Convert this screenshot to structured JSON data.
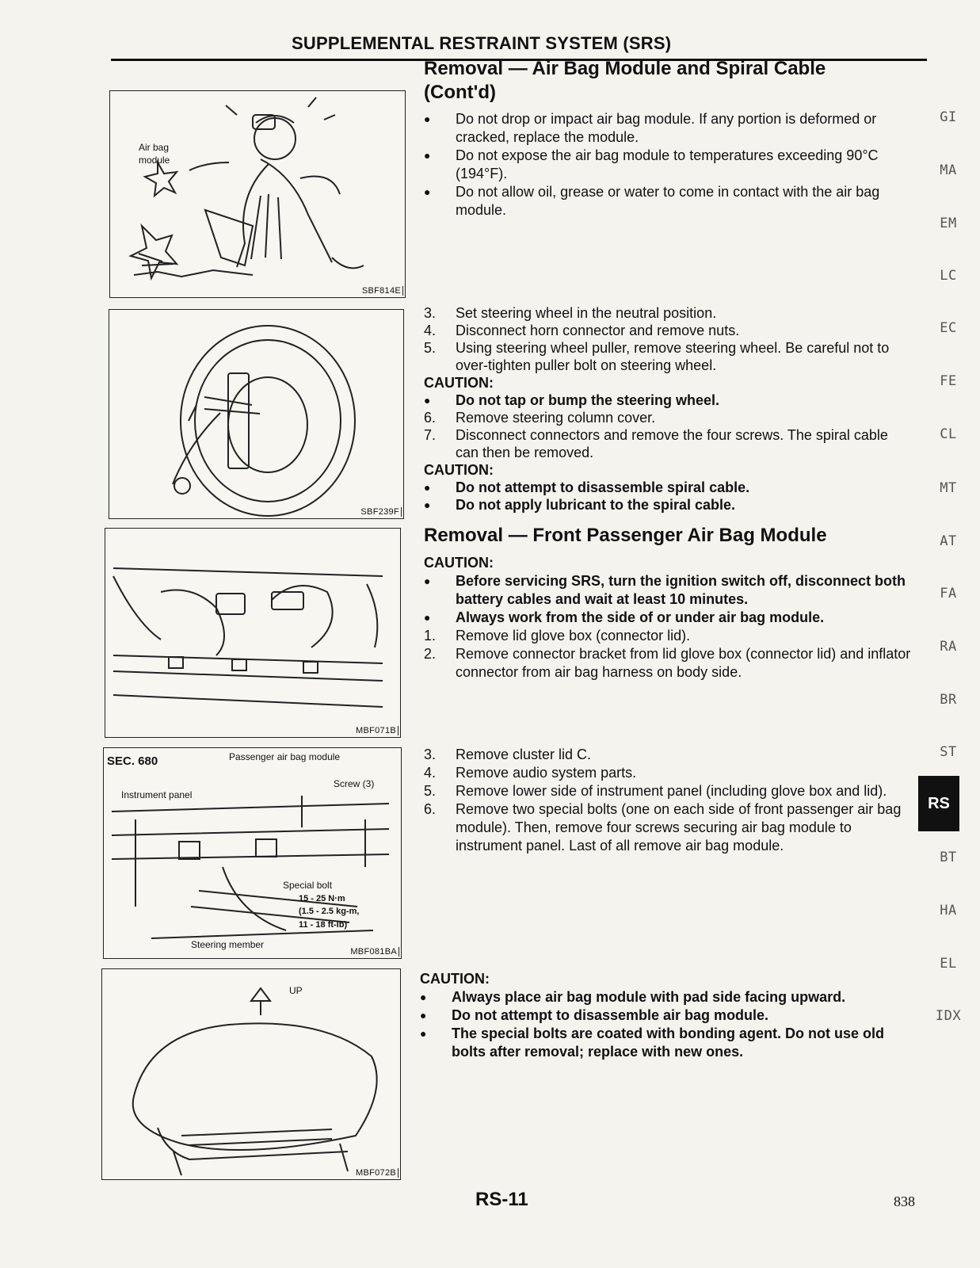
{
  "header": {
    "title": "SUPPLEMENTAL RESTRAINT SYSTEM (SRS)"
  },
  "sections": {
    "removal_cont": "Removal — Air Bag Module and Spiral Cable (Cont'd)",
    "removal_passenger": "Removal — Front Passenger Air Bag Module"
  },
  "block1": {
    "bullets": [
      "Do not drop or impact air bag module. If any portion is deformed or cracked, replace the module.",
      "Do not expose the air bag module to temperatures exceeding 90°C (194°F).",
      "Do not allow oil, grease or water to come in contact with the air bag module."
    ]
  },
  "block2": {
    "steps": [
      {
        "n": "3.",
        "text": "Set steering wheel in the neutral position."
      },
      {
        "n": "4.",
        "text": "Disconnect horn connector and remove nuts."
      },
      {
        "n": "5.",
        "text": "Using steering wheel puller, remove steering wheel. Be careful not to over-tighten puller bolt on steering wheel."
      }
    ],
    "caution1": "CAUTION:",
    "caution1_bullets": [
      "Do not tap or bump the steering wheel."
    ],
    "steps2": [
      {
        "n": "6.",
        "text": "Remove steering column cover."
      },
      {
        "n": "7.",
        "text": "Disconnect connectors and remove the four screws. The spiral cable can then be removed."
      }
    ],
    "caution2": "CAUTION:",
    "caution2_bullets": [
      "Do not attempt to disassemble spiral cable.",
      "Do not apply lubricant to the spiral cable."
    ]
  },
  "block3": {
    "caution": "CAUTION:",
    "bullets": [
      "Before servicing SRS, turn the ignition switch off, disconnect both battery cables and wait at least 10 minutes.",
      "Always work from the side of or under air bag module."
    ],
    "steps": [
      {
        "n": "1.",
        "text": "Remove lid glove box (connector lid)."
      },
      {
        "n": "2.",
        "text": "Remove connector bracket from lid glove box (connector lid) and inflator connector from air bag harness on body side."
      }
    ]
  },
  "block4": {
    "steps": [
      {
        "n": "3.",
        "text": "Remove cluster lid C."
      },
      {
        "n": "4.",
        "text": "Remove audio system parts."
      },
      {
        "n": "5.",
        "text": "Remove lower side of instrument panel (including glove box and lid)."
      },
      {
        "n": "6.",
        "text": "Remove two special bolts (one on each side of front passenger air bag module). Then, remove four screws securing air bag module to instrument panel. Last of all remove air bag module."
      }
    ]
  },
  "block5": {
    "caution": "CAUTION:",
    "bullets": [
      "Always place air bag module with pad side facing upward.",
      "Do not attempt to disassemble air bag module.",
      "The special bolts are coated with bonding agent. Do not use old bolts after removal; replace with new ones."
    ]
  },
  "figures": {
    "fig1": {
      "code": "SBF814E",
      "label_line1": "Air bag",
      "label_line2": "module"
    },
    "fig2": {
      "code": "SBF239F"
    },
    "fig3": {
      "code": "MBF071B"
    },
    "fig4": {
      "code": "MBF081BA",
      "sec": "SEC. 680",
      "passenger_label": "Passenger air bag module",
      "screw_label": "Screw (3)",
      "panel_label": "Instrument panel",
      "special_bolt": "Special bolt",
      "torque1": "15 - 25 N·m",
      "torque2": "(1.5 - 2.5 kg-m,",
      "torque3": "11 - 18 ft-lb)",
      "member_label": "Steering member"
    },
    "fig5": {
      "code": "MBF072B",
      "up_label": "UP"
    }
  },
  "side_index": {
    "items": [
      "GI",
      "MA",
      "EM",
      "LC",
      "EC",
      "FE",
      "CL",
      "MT",
      "AT",
      "FA",
      "RA",
      "BR",
      "ST",
      "RS",
      "BT",
      "HA",
      "EL",
      "IDX"
    ],
    "active": "RS"
  },
  "footer": {
    "page": "RS-11",
    "sheet": "838"
  }
}
